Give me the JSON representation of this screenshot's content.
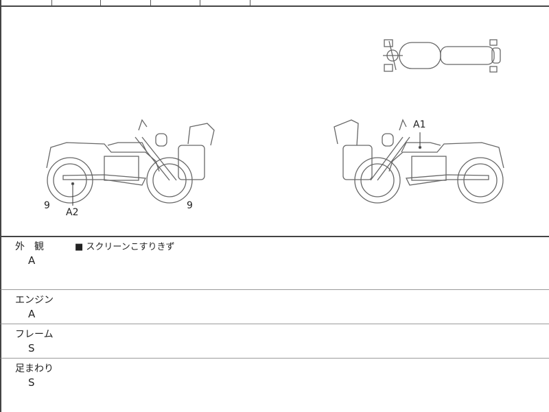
{
  "diagram": {
    "markers": [
      {
        "label": "A1"
      },
      {
        "label": "A2"
      },
      {
        "label": "9"
      },
      {
        "label": "9"
      }
    ]
  },
  "sections": [
    {
      "label": "外　観",
      "grade": "A",
      "note": "■ スクリーンこすりきず"
    },
    {
      "label": "エンジン",
      "grade": "A"
    },
    {
      "label": "フレーム",
      "grade": "S"
    },
    {
      "label": "足まわり",
      "grade": "S"
    }
  ]
}
